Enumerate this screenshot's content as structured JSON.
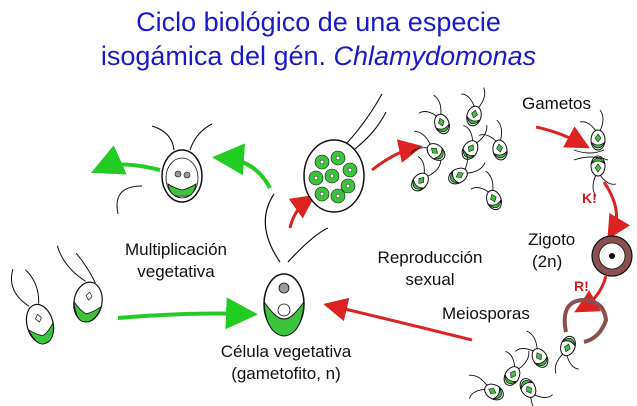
{
  "title": {
    "line1": "Ciclo biológico de una especie",
    "line2_prefix": "isogámica del gén.",
    "line2_genus": "Chlamydomonas"
  },
  "labels": {
    "multiplicacion_1": "Multiplicación",
    "multiplicacion_2": "vegetativa",
    "reproduccion_1": "Reproducción",
    "reproduccion_2": "sexual",
    "celula_1": "Célula vegetativa",
    "celula_2": "(gametofito, n)",
    "gametos": "Gametos",
    "zigoto_1": "Zigoto",
    "zigoto_2": "(2n)",
    "meiosporas": "Meiosporas",
    "k_marker": "K!",
    "r_marker": "R!"
  },
  "colors": {
    "title": "#1a1acc",
    "arrow_green": "#22cc22",
    "arrow_red": "#dd2222",
    "cell_green": "#3cc43c",
    "marker_red": "#d61c1c",
    "zygote_brown": "#8a4f4f"
  }
}
